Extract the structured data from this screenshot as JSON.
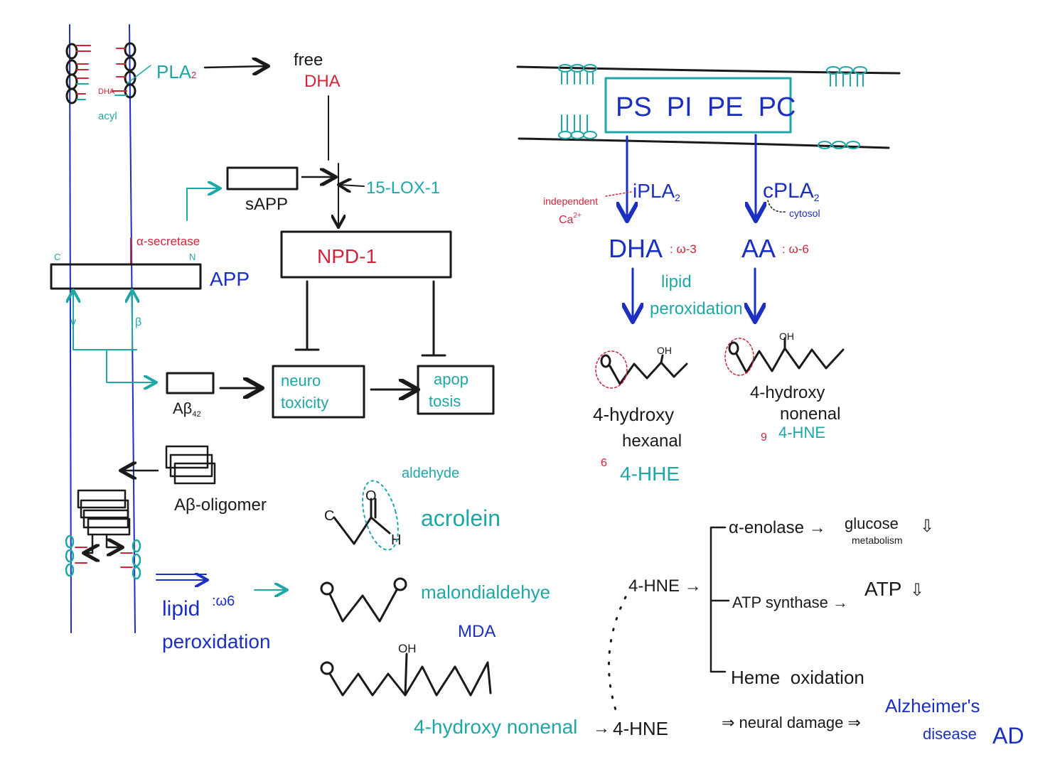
{
  "colors": {
    "black": "#1a1a1a",
    "red": "#d0243a",
    "teal": "#1fa7a8",
    "blue": "#1b2fc0"
  },
  "left": {
    "pla2": "PLA",
    "pla2_sub": "2",
    "dha_label": "DHA",
    "acyl_label": "acyl",
    "free": "free",
    "free_dha": "DHA",
    "sapp": "sAPP",
    "lox": "15-LOX-1",
    "alpha_secretase": "α-secretase",
    "c_label": "C",
    "n_label": "N",
    "app": "APP",
    "npd1": "NPD-1",
    "gamma": "γ",
    "beta": "β",
    "abeta": "Aβ",
    "abeta_sub": "42",
    "neurotoxicity_1": "neuro",
    "neurotoxicity_2": "toxicity",
    "apoptosis_1": "apop",
    "apoptosis_2": "tosis",
    "oligomer": "Aβ-oligomer",
    "lipid": "lipid",
    "omega6": ":ω6",
    "peroxidation": "peroxidation"
  },
  "aldehydes": {
    "aldehyde": "aldehyde",
    "acrolein": "acrolein",
    "atom_c": "C",
    "atom_o": "O",
    "atom_h": "H",
    "malondialdehyde": "malondialdehye",
    "mda": "MDA",
    "oh": "OH",
    "hne_name": "4-hydroxy nonenal",
    "hne_arrow": "→",
    "hne_abbr": "4-HNE"
  },
  "right": {
    "phospholipids": "PS  PI  PE  PC",
    "ipla2": "iPLA",
    "ipla2_sub": "2",
    "independent": "independent",
    "ca": "Ca",
    "ca_sup": "2+",
    "cpla2": "cPLA",
    "cpla2_sub": "2",
    "cytosol": "cytosol",
    "dha": "DHA",
    "dha_omega": ": ω-3",
    "aa": "AA",
    "aa_omega": ": ω-6",
    "lipid_peroxidation_1": "lipid",
    "lipid_peroxidation_2": "peroxidation",
    "oh1": "OH",
    "oh2": "OH",
    "hhe_name_1": "4-hydroxy",
    "hhe_name_2": "hexanal",
    "hhe_num": "6",
    "hhe_abbr": "4-HHE",
    "hne_name_1": "4-hydroxy",
    "hne_name_2": "nonenal",
    "hne_num": "9",
    "hne_abbr": "4-HNE"
  },
  "targets": {
    "hne": "4-HNE →",
    "enolase": "α-enolase →",
    "glucose_1": "glucose",
    "glucose_2": "metabolism",
    "down1": "⇩",
    "atp_synthase": "ATP synthase →",
    "atp": "ATP",
    "down2": "⇩",
    "heme": "Heme  oxidation",
    "neural_damage": "⇒ neural damage ⇒",
    "alz_1": "Alzheimer's",
    "alz_2": "disease",
    "ad": "AD"
  }
}
